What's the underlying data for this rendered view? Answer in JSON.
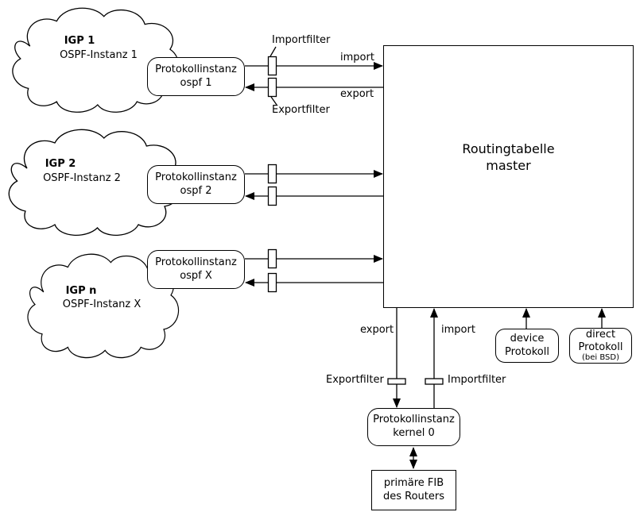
{
  "colors": {
    "line": "#000000",
    "background": "#ffffff"
  },
  "clouds": [
    {
      "title": "IGP 1",
      "subtitle": "OSPF-Instanz 1"
    },
    {
      "title": "IGP 2",
      "subtitle": "OSPF-Instanz 2"
    },
    {
      "title": "IGP n",
      "subtitle": "OSPF-Instanz X"
    }
  ],
  "protocol_instances": [
    {
      "line1": "Protokollinstanz",
      "line2": "ospf 1"
    },
    {
      "line1": "Protokollinstanz",
      "line2": "ospf 2"
    },
    {
      "line1": "Protokollinstanz",
      "line2": "ospf X"
    }
  ],
  "routing_table": {
    "line1": "Routingtabelle",
    "line2": "master"
  },
  "top_labels": {
    "importfilter": "Importfilter",
    "exportfilter": "Exportfilter",
    "import": "import",
    "export": "export"
  },
  "bottom_labels": {
    "export": "export",
    "import": "import",
    "exportfilter": "Exportfilter",
    "importfilter": "Importfilter"
  },
  "kernel_instance": {
    "line1": "Protokollinstanz",
    "line2": "kernel 0"
  },
  "device_protocol": {
    "line1": "device",
    "line2": "Protokoll"
  },
  "direct_protocol": {
    "line1": "direct",
    "line2": "Protokoll",
    "note": "(bei BSD)"
  },
  "fib": {
    "line1": "primäre FIB",
    "line2": "des Routers"
  }
}
